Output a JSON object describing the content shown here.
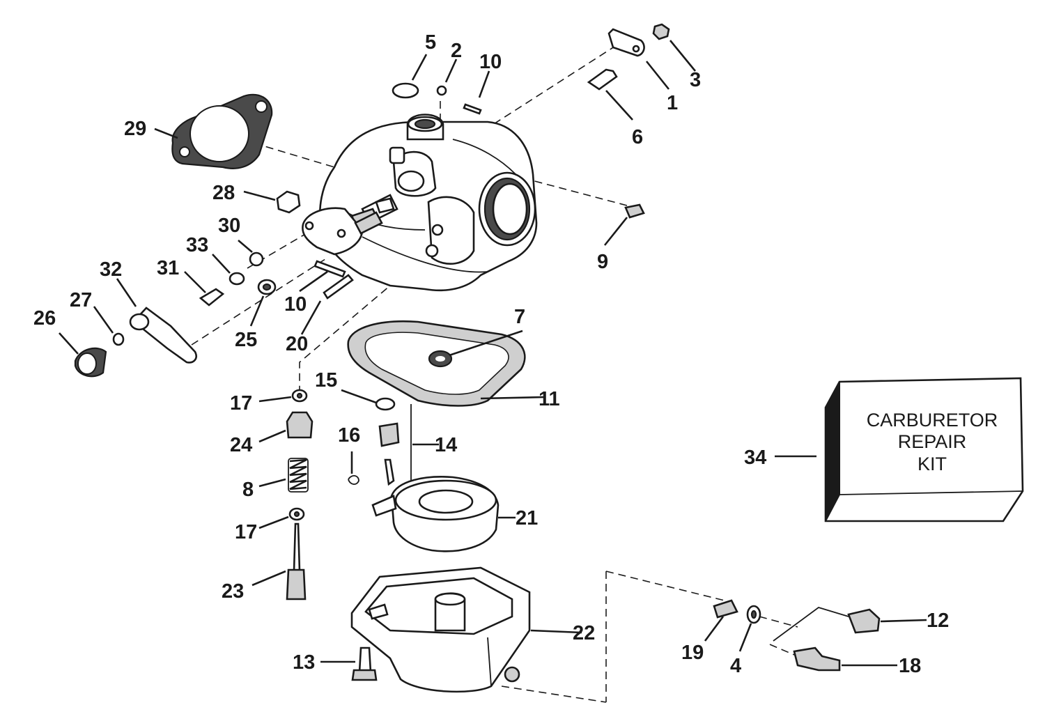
{
  "diagram": {
    "callouts": [
      {
        "id": "1",
        "label": "1"
      },
      {
        "id": "2",
        "label": "2"
      },
      {
        "id": "3",
        "label": "3"
      },
      {
        "id": "4",
        "label": "4"
      },
      {
        "id": "5",
        "label": "5"
      },
      {
        "id": "6",
        "label": "6"
      },
      {
        "id": "7",
        "label": "7"
      },
      {
        "id": "8",
        "label": "8"
      },
      {
        "id": "9",
        "label": "9"
      },
      {
        "id": "10a",
        "label": "10"
      },
      {
        "id": "10b",
        "label": "10"
      },
      {
        "id": "11",
        "label": "11"
      },
      {
        "id": "12",
        "label": "12"
      },
      {
        "id": "13",
        "label": "13"
      },
      {
        "id": "14",
        "label": "14"
      },
      {
        "id": "15",
        "label": "15"
      },
      {
        "id": "16",
        "label": "16"
      },
      {
        "id": "17a",
        "label": "17"
      },
      {
        "id": "17b",
        "label": "17"
      },
      {
        "id": "18",
        "label": "18"
      },
      {
        "id": "19",
        "label": "19"
      },
      {
        "id": "20",
        "label": "20"
      },
      {
        "id": "21",
        "label": "21"
      },
      {
        "id": "22",
        "label": "22"
      },
      {
        "id": "23",
        "label": "23"
      },
      {
        "id": "24",
        "label": "24"
      },
      {
        "id": "25",
        "label": "25"
      },
      {
        "id": "26",
        "label": "26"
      },
      {
        "id": "27",
        "label": "27"
      },
      {
        "id": "28",
        "label": "28"
      },
      {
        "id": "29",
        "label": "29"
      },
      {
        "id": "30",
        "label": "30"
      },
      {
        "id": "31",
        "label": "31"
      },
      {
        "id": "32",
        "label": "32"
      },
      {
        "id": "33",
        "label": "33"
      },
      {
        "id": "34",
        "label": "34"
      }
    ],
    "repair_kit": {
      "line1": "CARBURETOR",
      "line2": "REPAIR",
      "line3": "KIT"
    }
  }
}
